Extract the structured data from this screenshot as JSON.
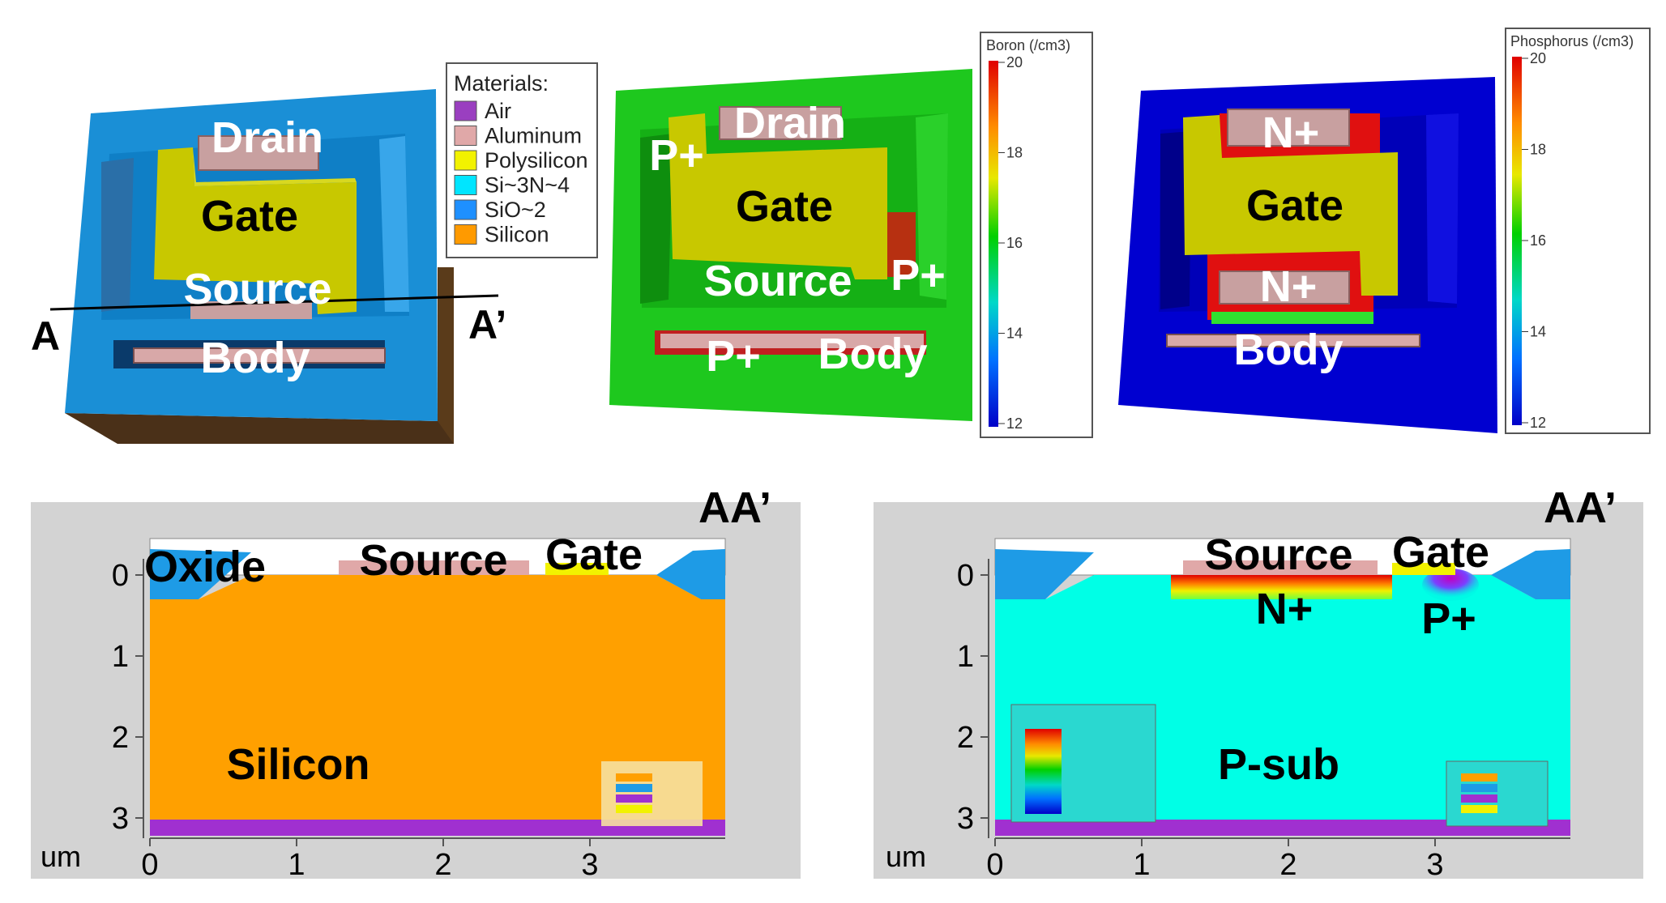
{
  "panel1": {
    "labels": {
      "drain": "Drain",
      "gate": "Gate",
      "source": "Source",
      "body": "Body",
      "a": "A",
      "a_prime": "A’"
    },
    "legend": {
      "title": "Materials:",
      "items": [
        {
          "name": "Air",
          "color": "#9a3fc0"
        },
        {
          "name": "Aluminum",
          "color": "#e0a8a8"
        },
        {
          "name": "Polysilicon",
          "color": "#f2f200"
        },
        {
          "name": "Si~3N~4",
          "color": "#00e5ff"
        },
        {
          "name": "SiO~2",
          "color": "#1e90ff"
        },
        {
          "name": "Silicon",
          "color": "#ff9a00"
        }
      ]
    }
  },
  "panel2": {
    "labels": {
      "p_plus": "P+",
      "drain": "Drain",
      "gate": "Gate",
      "source": "Source",
      "body": "Body"
    },
    "colorbar": {
      "title": "Boron (/cm3)",
      "ticks": [
        "20",
        "18",
        "16",
        "14",
        "12"
      ]
    }
  },
  "panel3": {
    "labels": {
      "n_plus": "N+",
      "gate": "Gate",
      "body": "Body"
    },
    "colorbar": {
      "title": "Phosphorus (/cm3)",
      "ticks": [
        "20",
        "18",
        "16",
        "14",
        "12"
      ]
    }
  },
  "panel4": {
    "corner": "AA’",
    "labels": {
      "oxide": "Oxide",
      "source": "Source",
      "gate": "Gate",
      "silicon": "Silicon"
    },
    "x_ticks": [
      "0",
      "1",
      "2",
      "3"
    ],
    "y_ticks": [
      "0",
      "1",
      "2",
      "3"
    ],
    "unit": "um"
  },
  "panel5": {
    "corner": "AA’",
    "labels": {
      "source": "Source",
      "gate": "Gate",
      "n_plus": "N+",
      "p_plus": "P+",
      "psub": "P-sub"
    },
    "x_ticks": [
      "0",
      "1",
      "2",
      "3"
    ],
    "y_ticks": [
      "0",
      "1",
      "2",
      "3"
    ],
    "unit": "um"
  }
}
